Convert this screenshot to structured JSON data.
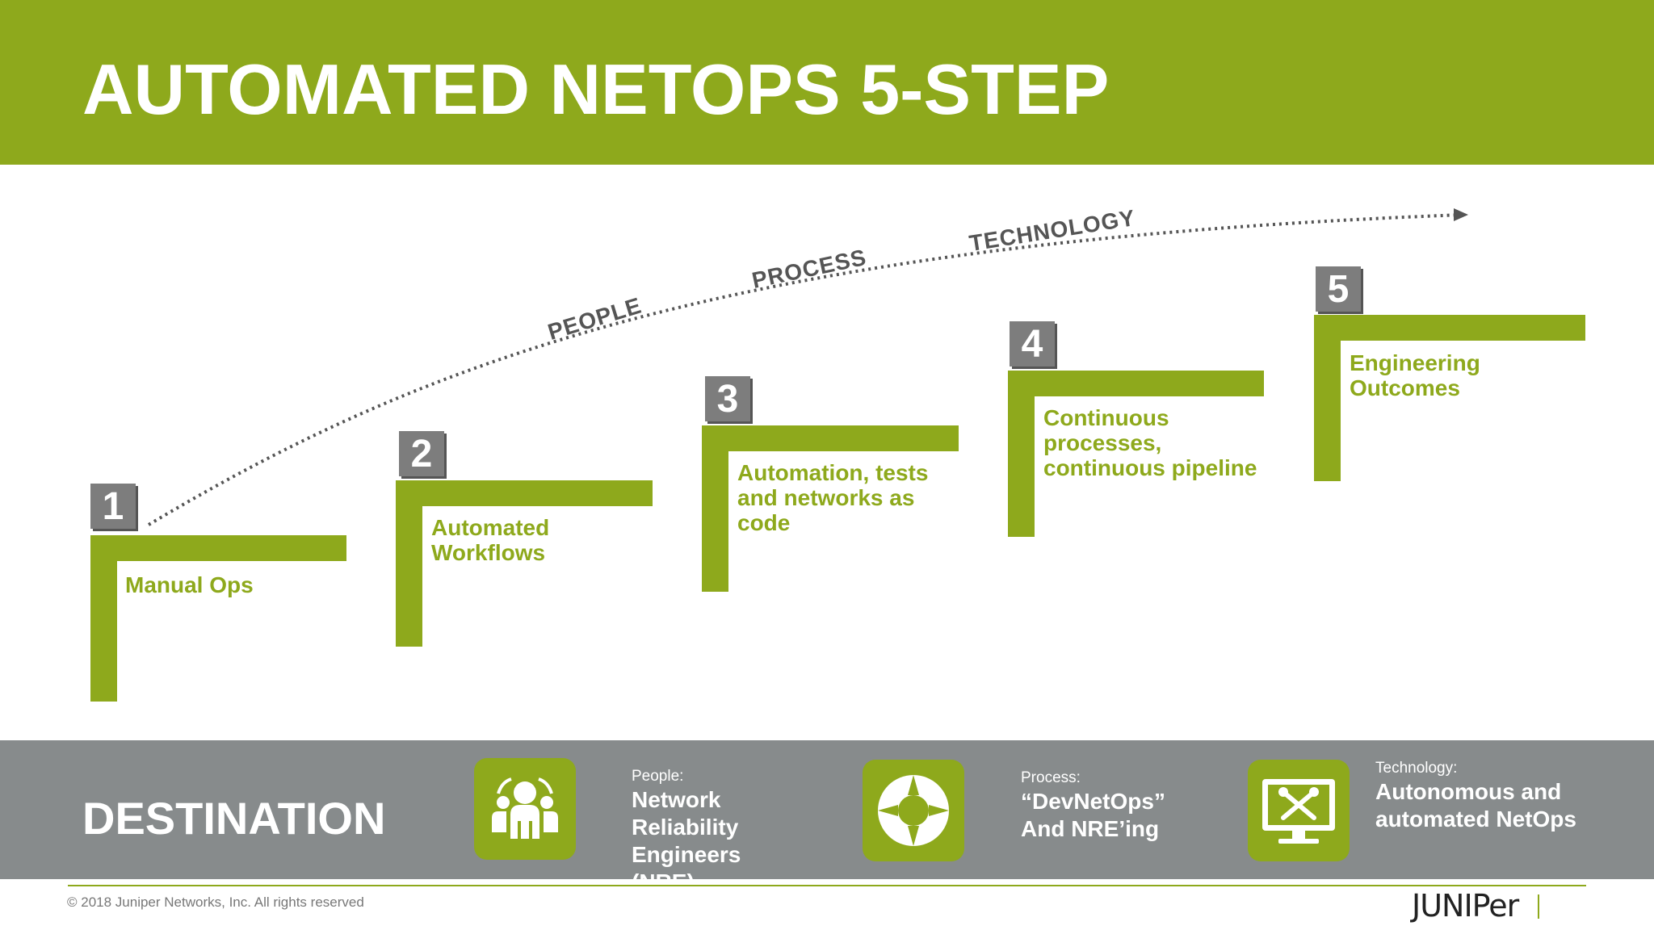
{
  "title": "AUTOMATED NETOPS 5-STEP",
  "curve": {
    "words": [
      "PEOPLE",
      "PROCESS",
      "TECHNOLOGY"
    ]
  },
  "steps": [
    {
      "number": "1",
      "label_lines": [
        "Manual Ops"
      ]
    },
    {
      "number": "2",
      "label_lines": [
        "Automated",
        "Workflows"
      ]
    },
    {
      "number": "3",
      "label_lines": [
        "Automation, tests",
        "and networks as",
        "code"
      ]
    },
    {
      "number": "4",
      "label_lines": [
        "Continuous",
        "processes,",
        "continuous pipeline"
      ]
    },
    {
      "number": "5",
      "label_lines": [
        "Engineering",
        "Outcomes"
      ]
    }
  ],
  "destination": {
    "heading": "DESTINATION",
    "items": [
      {
        "icon": "people-group-icon",
        "small": "People:",
        "big_lines": [
          "Network",
          "Reliability",
          "Engineers",
          "(NRE)"
        ]
      },
      {
        "icon": "cycle-arrows-icon",
        "small": "Process:",
        "big_lines": [
          "“DevNetOps”",
          "And NRE’ing"
        ]
      },
      {
        "icon": "monitor-tools-icon",
        "small": "Technology:",
        "big_lines": [
          "Autonomous and",
          "automated NetOps"
        ]
      }
    ]
  },
  "footer": {
    "copyright": "© 2018 Juniper Networks, Inc. All rights reserved",
    "logo_text": "JUNIPer"
  },
  "colors": {
    "brand_green": "#8ea91c",
    "band_gray": "#878b8c",
    "number_gray": "#7d7d7d"
  }
}
